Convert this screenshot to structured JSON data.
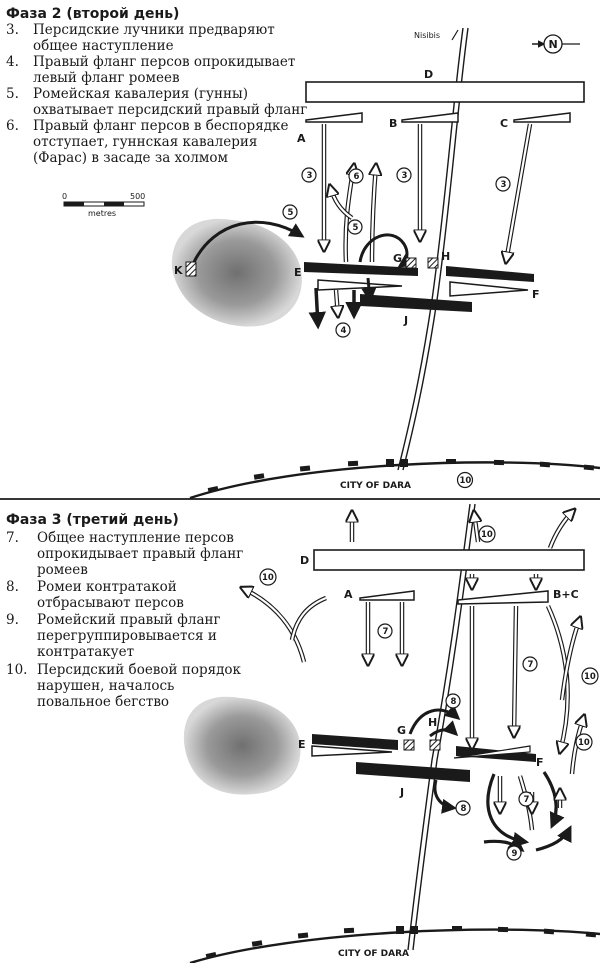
{
  "phase2": {
    "title": "Фаза 2 (второй день)",
    "legend": [
      {
        "num": "3.",
        "lines": [
          "Персидские лучники предваряют",
          "общее наступление"
        ]
      },
      {
        "num": "4.",
        "lines": [
          "Правый фланг персов опрокидывает",
          "левый фланг ромеев"
        ]
      },
      {
        "num": "5.",
        "lines": [
          "Ромейская кавалерия (гунны)",
          "охватывает персидский правый фланг"
        ]
      },
      {
        "num": "6.",
        "lines": [
          "Правый фланг персов в беспорядке",
          "отступает, гуннская кавалерия",
          "(Фарас) в засаде за холмом"
        ]
      }
    ],
    "scale": {
      "zero": "0",
      "max": "500",
      "unit": "metres"
    },
    "road_label": "Nisibis",
    "north_label": "N",
    "city_label": "CITY OF DARA",
    "units": {
      "D": "D",
      "A": "A",
      "B": "B",
      "C": "C",
      "E": "E",
      "F": "F",
      "G": "G",
      "H": "H",
      "J": "J",
      "K": "K"
    },
    "markers": [
      "3",
      "3",
      "3",
      "6",
      "5",
      "5",
      "4",
      "10"
    ]
  },
  "phase3": {
    "title": "Фаза 3 (третий день)",
    "legend": [
      {
        "num": "7.",
        "lines": [
          "Общее наступление персов",
          "опрокидывает правый фланг",
          "ромеев"
        ]
      },
      {
        "num": "8.",
        "lines": [
          "Ромеи контратакой",
          "отбрасывают персов"
        ]
      },
      {
        "num": "9.",
        "lines": [
          "Ромейский правый фланг",
          "перегруппировывается и",
          "контратакует"
        ]
      },
      {
        "num": "10.",
        "lines": [
          "Персидский боевой порядок",
          "нарушен, началось",
          "повальное бегство"
        ]
      }
    ],
    "city_label": "CITY OF DARA",
    "units": {
      "D": "D",
      "A": "A",
      "BC": "B+C",
      "E": "E",
      "F": "F",
      "G": "G",
      "H": "H",
      "J": "J"
    },
    "markers": [
      "10",
      "10",
      "7",
      "7",
      "10",
      "8",
      "7",
      "8",
      "9",
      "10"
    ]
  }
}
